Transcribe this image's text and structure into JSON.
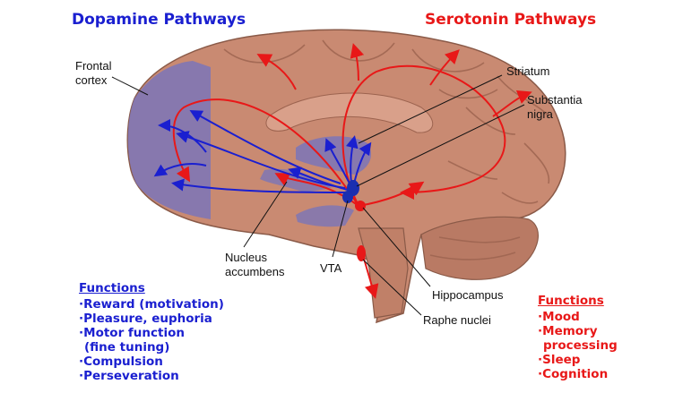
{
  "titles": {
    "dopamine": "Dopamine Pathways",
    "serotonin": "Serotonin Pathways"
  },
  "labels": {
    "frontal_cortex": [
      "Frontal",
      "cortex"
    ],
    "striatum": "Striatum",
    "substantia_nigra": [
      "Substantia",
      "nigra"
    ],
    "nucleus_accumbens": [
      "Nucleus",
      "accumbens"
    ],
    "vta": "VTA",
    "hippocampus": "Hippocampus",
    "raphe_nuclei": "Raphe nuclei"
  },
  "dopamine_functions": {
    "heading": "Functions",
    "items": [
      "·Reward (motivation)",
      "·Pleasure, euphoria",
      "·Motor function",
      " (fine tuning)",
      "·Compulsion",
      "·Perseveration"
    ]
  },
  "serotonin_functions": {
    "heading": "Functions",
    "items": [
      "·Mood",
      "·Memory",
      " processing",
      "·Sleep",
      "·Cognition"
    ]
  },
  "colors": {
    "dopamine": "#1a1fd0",
    "serotonin": "#e81818",
    "brain": "#c98a72",
    "dopamine_region": "#7b74b8"
  }
}
